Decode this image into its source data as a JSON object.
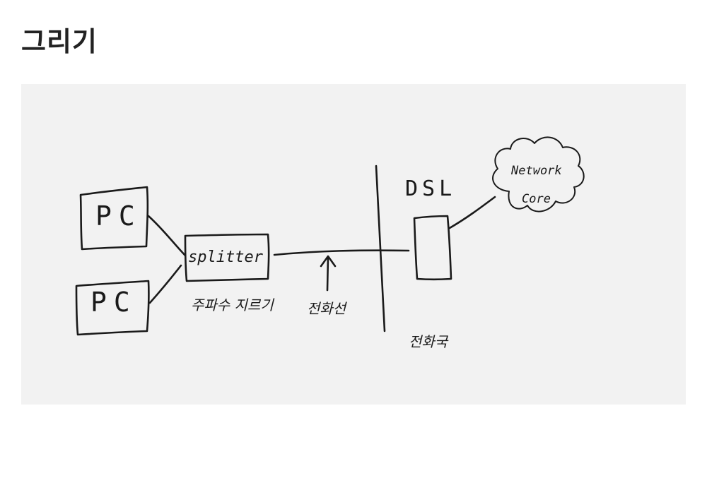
{
  "page": {
    "title": "그리기"
  },
  "drawing": {
    "pc_top_label": "PC",
    "pc_bottom_label": "PC",
    "splitter_label": "splitter",
    "splitter_caption": "주파수 지르기",
    "phone_line_caption": "전화선",
    "dsl_label": "DSL",
    "exchange_caption": "전화국",
    "cloud_line1": "Network",
    "cloud_line2": "Core"
  },
  "colors": {
    "ink": "#1a1a1a",
    "panel_background": "#f2f2f2",
    "title": "#222222"
  }
}
